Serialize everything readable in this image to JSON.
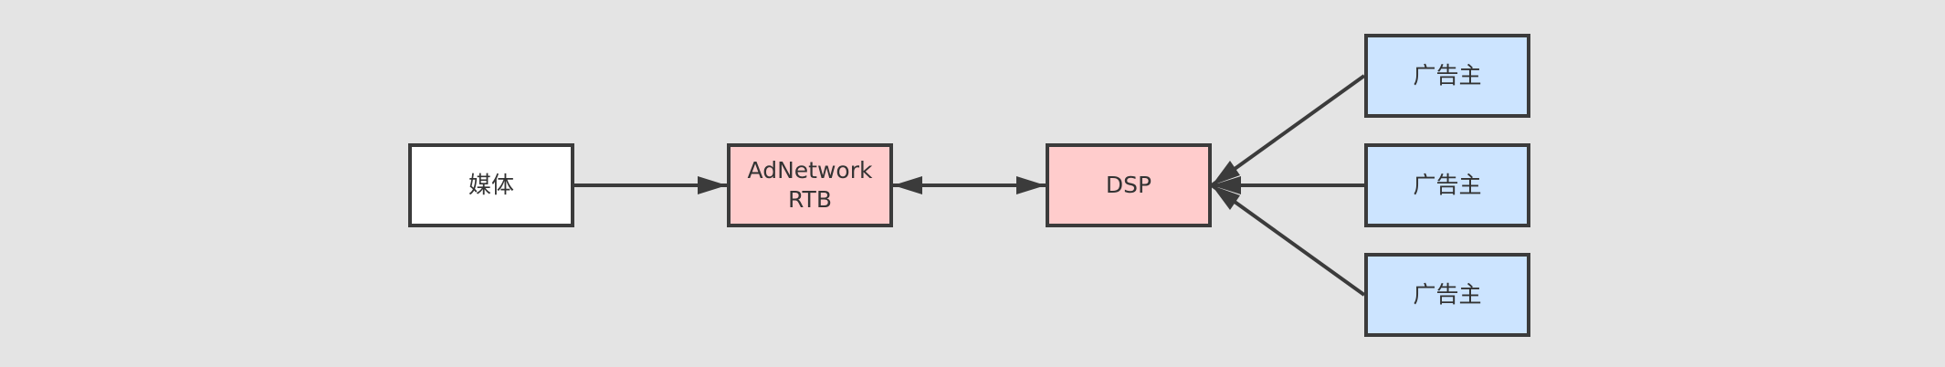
{
  "nodes": {
    "media": {
      "label": "媒体"
    },
    "adnetwork": {
      "line1": "AdNetwork",
      "line2": "RTB"
    },
    "dsp": {
      "label": "DSP"
    },
    "advertisers": [
      {
        "label": "广告主"
      },
      {
        "label": "广告主"
      },
      {
        "label": "广告主"
      }
    ]
  },
  "edges": [
    {
      "from": "media",
      "to": "adnetwork",
      "direction": "forward"
    },
    {
      "from": "adnetwork",
      "to": "dsp",
      "direction": "both"
    },
    {
      "from": "advertisers.0",
      "to": "dsp",
      "direction": "forward"
    },
    {
      "from": "advertisers.1",
      "to": "dsp",
      "direction": "forward"
    },
    {
      "from": "advertisers.2",
      "to": "dsp",
      "direction": "forward"
    }
  ],
  "colors": {
    "background": "#e4e4e4",
    "stroke": "#3b3b3b",
    "media_fill": "#ffffff",
    "rtb_fill": "#ffcccc",
    "advertiser_fill": "#cce4ff"
  }
}
